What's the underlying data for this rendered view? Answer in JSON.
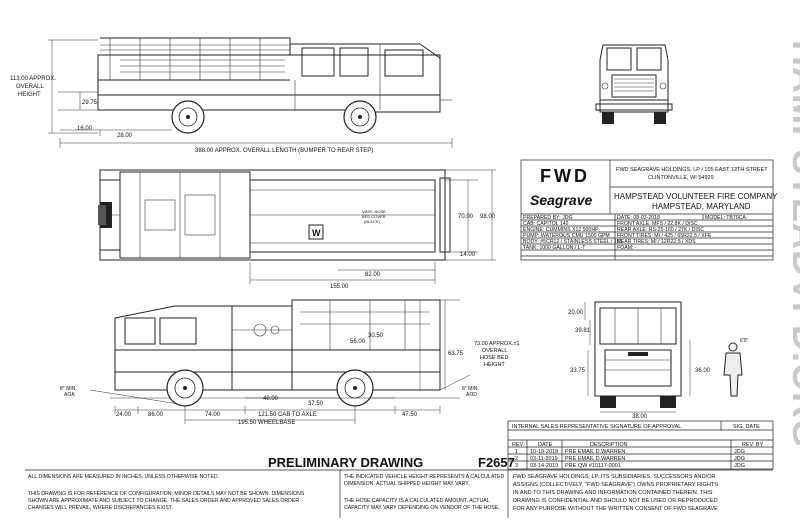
{
  "watermark": "HAMPSTEADVFD.ORG",
  "side_view_top": {
    "overall_height_label_1": "113.00 APPROX.",
    "overall_height_label_2": "OVERALL",
    "overall_height_label_3": "HEIGHT",
    "dim_29_75": "29.75",
    "dim_16_00": "16.00",
    "dim_28_00": "28.00",
    "overall_length": "388.00 APPROX. OVERALL LENGTH (BUMPER TO REAR STEP)"
  },
  "plan_view": {
    "dim_70_00": "70.00",
    "dim_98_00": "98.00",
    "dim_14_00": "14.00",
    "dim_82_00": "82.00",
    "dim_155_00": "155.00",
    "hose_bed_note_1": "VINYL HOSE",
    "hose_bed_note_2": "BED COVER",
    "hose_bed_note_3": "(BLACK)",
    "hatch_letter": "W"
  },
  "side_view_bottom": {
    "aoa_1": "8° MIN.",
    "aoa_2": "AOA",
    "aod_1": "8° MIN.",
    "aod_2": "AOD",
    "dim_24_00": "24.00",
    "dim_86_00": "86.00",
    "dim_74_00": "74.00",
    "dim_48_00": "48.00",
    "dim_37_50": "37.50",
    "dim_121_50": "121.50 CAB TO AXLE",
    "dim_47_50": "47.50",
    "dim_195_50": "195.50 WHEELBASE",
    "dim_56_00": "56.00",
    "dim_30_50": "30.50",
    "dim_63_75": "63.75",
    "hose_bed_height_1": "73.00 APPROX.±1",
    "hose_bed_height_2": "OVERALL",
    "hose_bed_height_3": "HOSE BED",
    "hose_bed_height_4": "HEIGHT"
  },
  "rear_view": {
    "dim_20_00": "20.00",
    "dim_39_81": "39.81",
    "dim_33_75": "33.75",
    "dim_36_00": "36.00",
    "dim_38_00": "38.00",
    "figure_label": "6'0\""
  },
  "title_block": {
    "logo_text": "FWD",
    "logo_script": "Seagrave",
    "company_line_1": "FWD SEAGRAVE HOLDINGS, LP / 105 EAST 12TH STREET",
    "company_line_2": "CLINTONVILLE, WI 54929",
    "customer_line_1": "HAMPSTEAD VOLUNTEER FIRE COMPANY",
    "customer_line_2": "HAMPSTEAD, MARYLAND",
    "specs": {
      "prepared_by": "PREPARED BY: JDG",
      "date": "DATE: 08-03-2018",
      "model": "MODEL: TB70CA",
      "cab": "CAB: CAPITOL 142",
      "front_axle": "FRONT AXLE: MFS / 22.8K / DISC",
      "engine": "ENGINE: CUMMINS X12 500HP",
      "rear_axle": "REAR AXLE: RS-25-160 / 27K / DISC",
      "pump": "PUMP: WATEROUS CMU 1500 GPM",
      "front_tires": "FRONT TIRES: MI / 425 / 65R22.5 / XFE",
      "body": "BODY: #5CR12 / STAINLESS STEEL / 155",
      "rear_tires": "REAR TIRES: MI / 12R22.5 / XDS",
      "tank": "TANK: 1000 GALLON / L-T",
      "foam": "FOAM: -"
    }
  },
  "approval": {
    "header_left": "INTERNAL SALES REPRESENTATIVE SIGNATURE OF APPROVAL",
    "header_right": "SIG. DATE",
    "columns": [
      "REV.",
      "DATE",
      "DESCRIPTION",
      "REV. BY"
    ],
    "rows": [
      [
        "1",
        "10-19-2018",
        "PRE EMAIL D.WARREN",
        "JDG"
      ],
      [
        "2",
        "03-11-2019",
        "PRE EMAIL D.WARREN",
        "JDG"
      ],
      [
        "3",
        "03-14-2019",
        "PRE QW #10117-0001",
        "JDG"
      ]
    ]
  },
  "footer": {
    "preliminary": "PRELIMINARY DRAWING",
    "drawing_no": "F2657",
    "note_inches": "ALL DIMENSIONS ARE MEASURED IN INCHES, UNLESS OTHERWISE NOTED.",
    "note_ref_1": "THIS DRAWING IS FOR REFERENCE OF CONFIGURATION; MINOR DETAILS MAY NOT BE SHOWN. DIMENSIONS",
    "note_ref_2": "SHOWN ARE APPROXIMATE AND SUBJECT TO CHANGE. THE SALES ORDER AND APPROVED SALES ORDER",
    "note_ref_3": "CHANGES WILL PREVAIL, WHERE DISCREPANCIES EXIST.",
    "note_height_1": "THE INDICATED VEHICLE HEIGHT REPRESENTS A CALCULATED",
    "note_height_2": "DIMENSION.  ACTUAL SHIPPED HEIGHT MAY VARY.",
    "note_hose_1": "THE HOSE CAPACITY IS A CALCULATED AMOUNT.  ACTUAL",
    "note_hose_2": "CAPACITY MAY VARY DEPENDING ON  VENDOR OF THE HOSE.",
    "legal_1": "FWD SEAGRAVE HOLDINGS, LP, ITS SUBSIDIARIES, SUCCESSORS AND/OR",
    "legal_2": "ASSIGNS (COLLECTIVELY, \"FWD SEAGRAVE\") OWNS PROPRIETARY RIGHTS",
    "legal_3": "IN AND TO THIS DRAWING AND INFORMATION CONTAINED THEREIN. THIS",
    "legal_4": "DRAWING IS CONFIDENTIAL AND SHOULD NOT BE USED OR REPRODUCED",
    "legal_5": "FOR ANY PURPOSE WITHOUT THE WRITTEN CONSENT OF  FWD SEAGRAVE"
  }
}
